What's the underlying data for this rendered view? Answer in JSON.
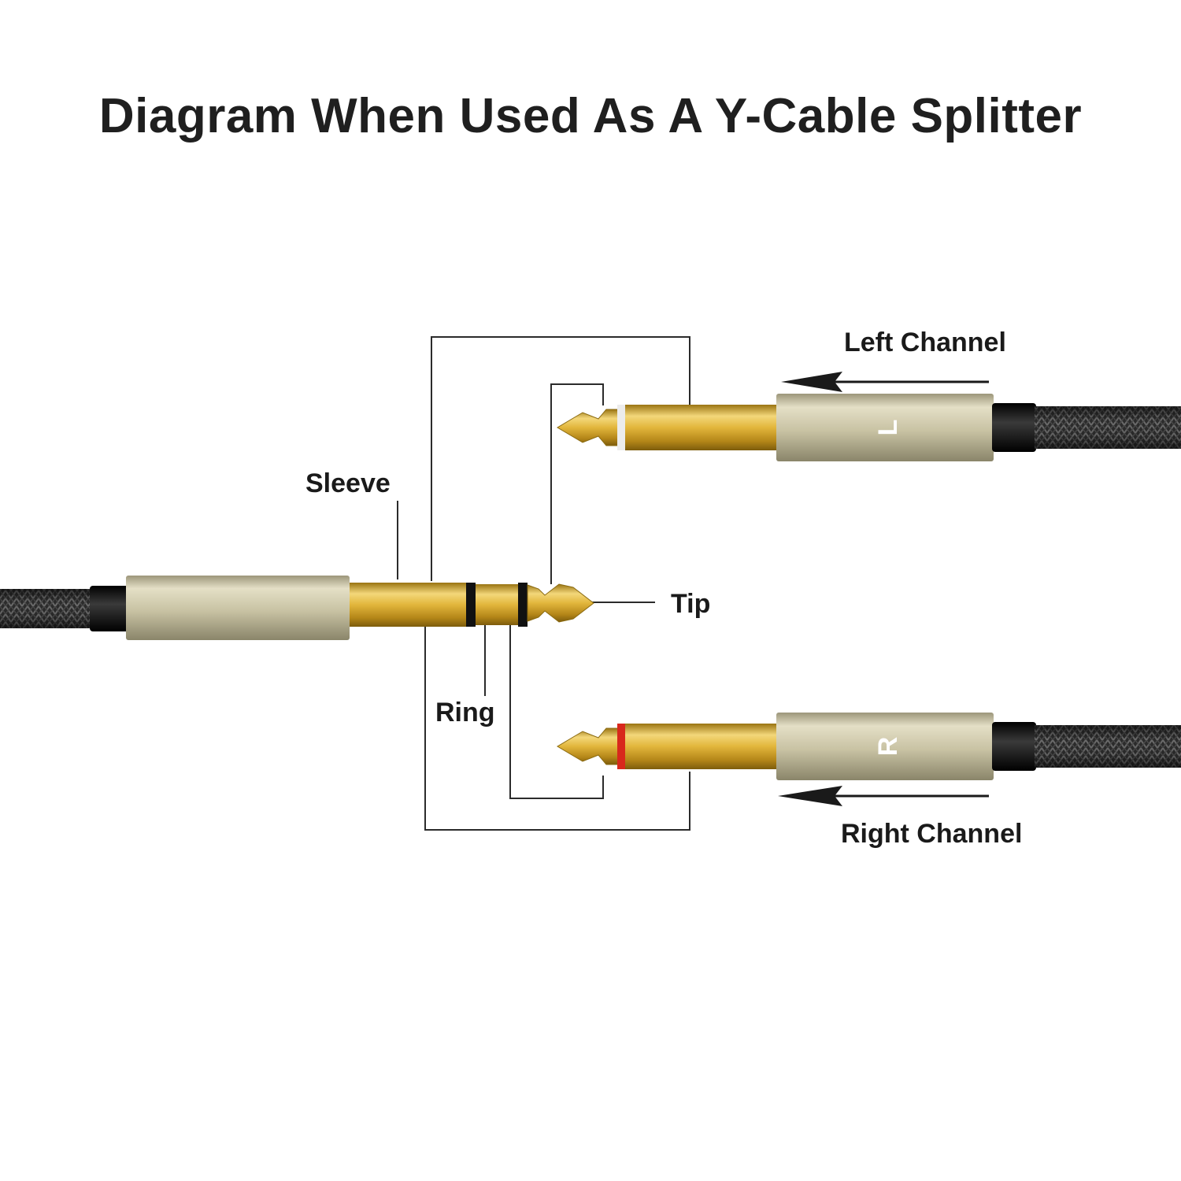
{
  "title": "Diagram When Used As A Y-Cable Splitter",
  "labels": {
    "left_channel": "Left Channel",
    "right_channel": "Right Channel",
    "sleeve": "Sleeve",
    "tip": "Tip",
    "ring": "Ring"
  },
  "plug_letters": {
    "left": "L",
    "right": "R"
  },
  "colors": {
    "gold": "#d9a92a",
    "housing": "#c9c3a3",
    "cable": "#2a2a2a",
    "left_ring": "#e8e8e8",
    "right_ring": "#d8281c",
    "trs_ring": "#111111"
  }
}
